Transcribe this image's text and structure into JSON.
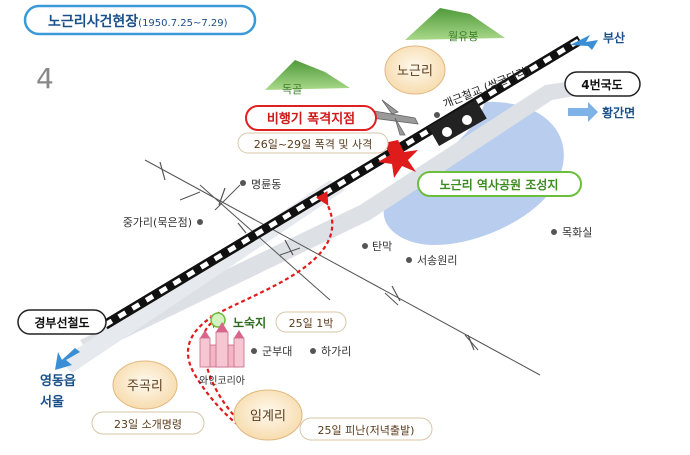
{
  "title": "노근리사건현장",
  "title_dates": "(1950.7.25~7.29)",
  "page_number": "4",
  "mountains": {
    "left": "독골",
    "right": "월유봉"
  },
  "villages": {
    "nogeunri": "노근리",
    "jugokri": "주곡리",
    "imgyeri": "임계리"
  },
  "directions": {
    "busan": "부산",
    "hwanggan": "황간면",
    "yeongdong": "영동읍",
    "seoul": "서울"
  },
  "roads": {
    "route4": "4번국도",
    "gyeongbu": "경부선철도"
  },
  "labels": {
    "bridge": "개근철교 (쌍굴다리)",
    "airstrike": "비행기 폭격지점",
    "airstrike_dates": "26일~29일 폭격 및 사격",
    "peace_park": "노근리 역사공원 조성지",
    "camp": "노숙지",
    "camp_date": "25일 1박",
    "jugok_event": "23일 소개명령",
    "imgye_event": "25일 피난(저녁출발)",
    "winery": "와인코리아"
  },
  "places": {
    "myeongnyun": "명륜동",
    "junggari": "중가리(묵은점)",
    "tanmak": "탄막",
    "seoseungwonri": "서송원리",
    "mokhwasil": "목화실",
    "gunbudae": "군부대",
    "hagari": "하가리"
  },
  "colors": {
    "title_border": "#3a9ad9",
    "airstrike_border": "#e02020",
    "park_border": "#6cbf3c",
    "route_dash": "#e01b1b",
    "village_fill": "#fbe7c6",
    "pond": "#b9cdee",
    "road": "#dde1e6",
    "arrow": "#3a8fd4"
  }
}
